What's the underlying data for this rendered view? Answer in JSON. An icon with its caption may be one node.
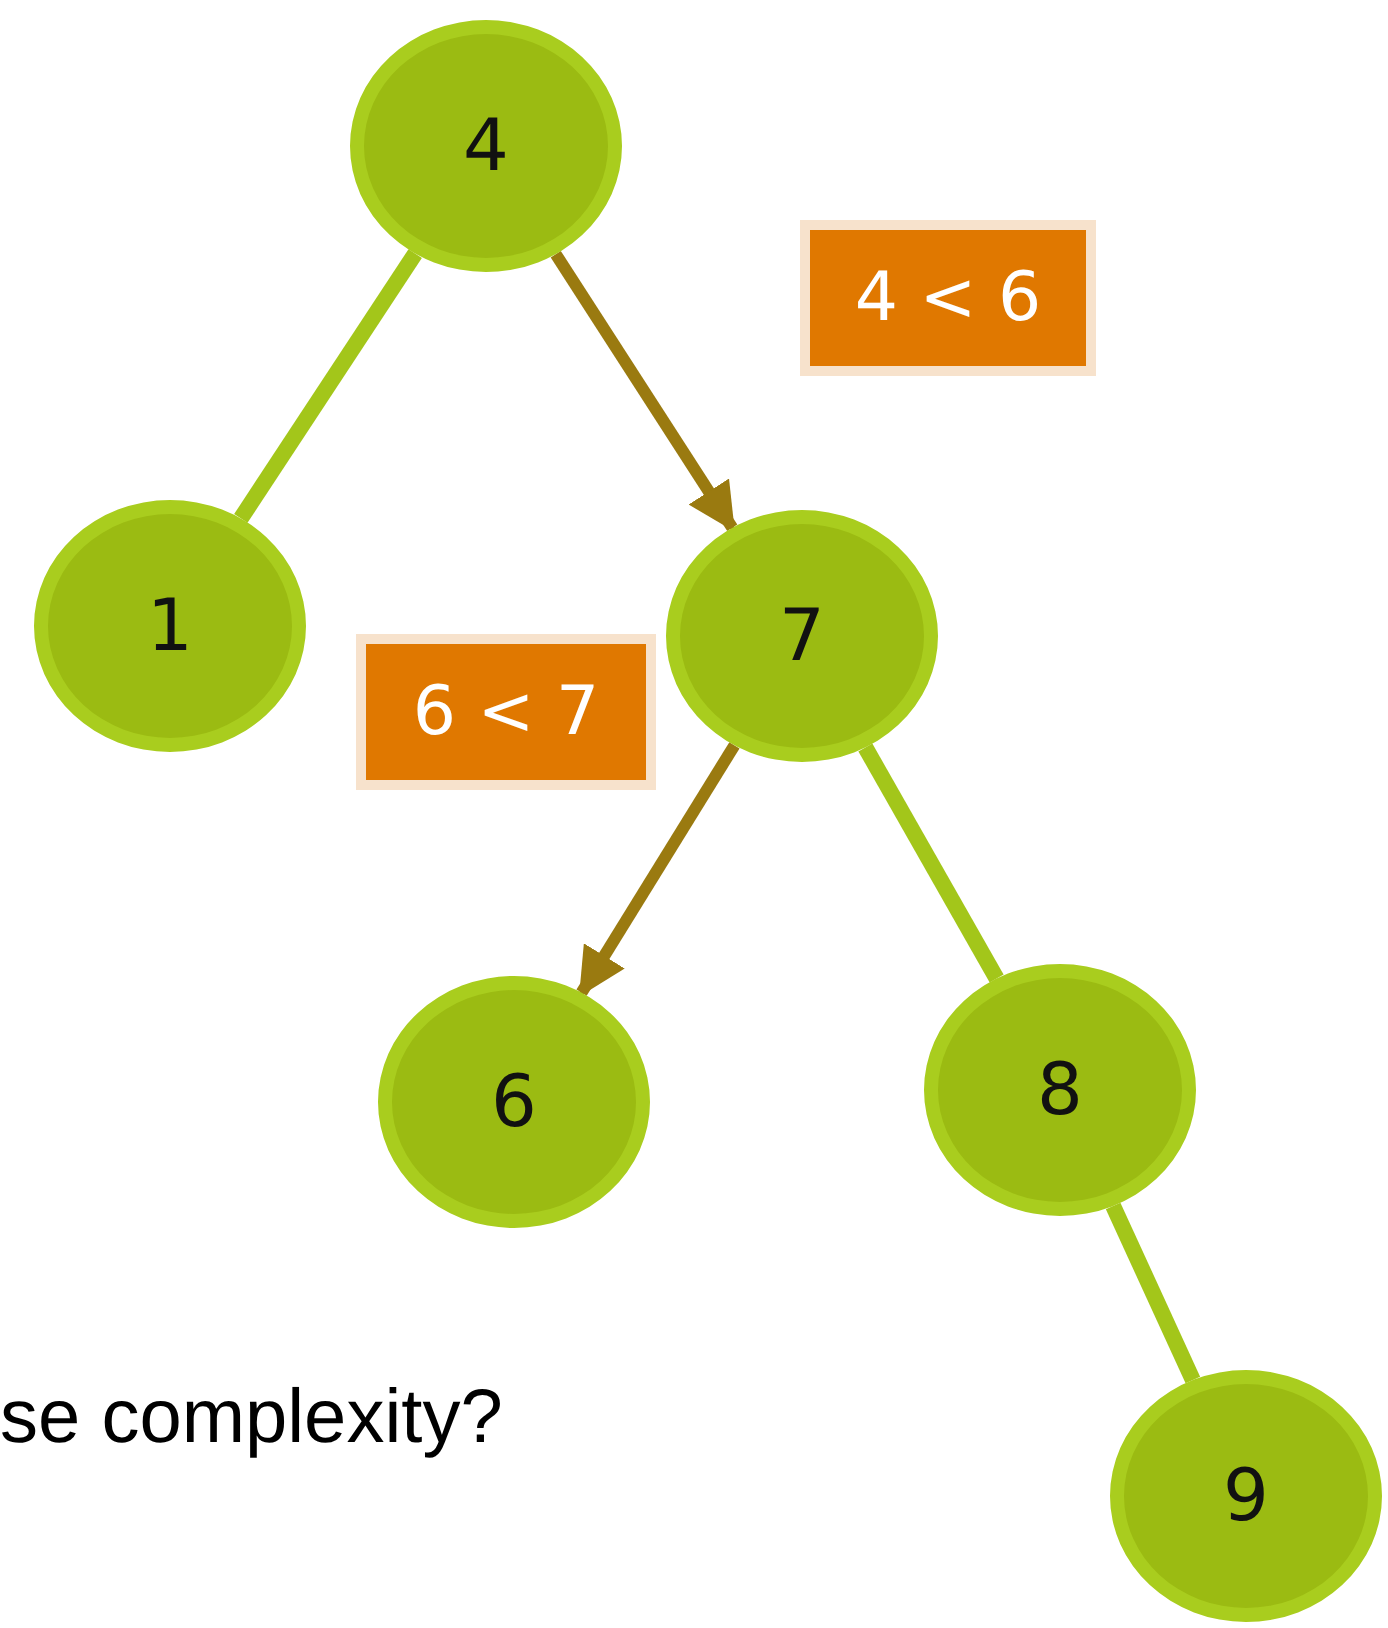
{
  "diagram": {
    "nodes": [
      {
        "text": [
          "4"
        ]
      },
      {
        "text": [
          "1"
        ]
      },
      {
        "text": [
          "7"
        ]
      },
      {
        "text": [
          "6"
        ]
      },
      {
        "text": [
          "8"
        ]
      },
      {
        "text": [
          "9"
        ]
      },
      {
        "text": [
          "4 < 6"
        ]
      },
      {
        "text": [
          "6 < 7"
        ]
      }
    ],
    "edges": [
      {
        "from": 0,
        "to": 1,
        "arrow": "none"
      },
      {
        "from": 0,
        "to": 2,
        "arrow": "to",
        "color": "#9a7a10"
      },
      {
        "from": 2,
        "to": 3,
        "arrow": "to",
        "color": "#9a7a10"
      },
      {
        "from": 2,
        "to": 4,
        "arrow": "none"
      },
      {
        "from": 4,
        "to": 5,
        "arrow": "none"
      }
    ],
    "labels": [
      "se complexity?"
    ]
  }
}
